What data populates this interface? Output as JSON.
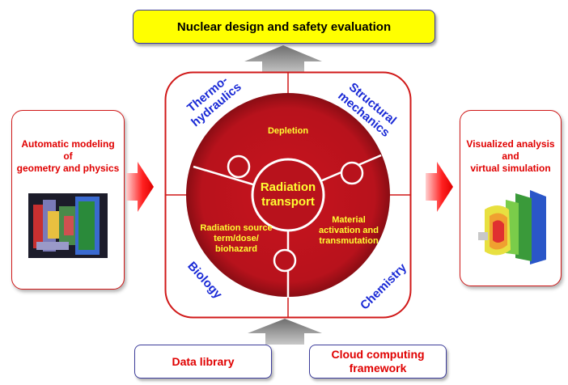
{
  "title": "Nuclear design and safety evaluation",
  "left": {
    "text": [
      "Automatic modeling",
      "of",
      "geometry and physics"
    ]
  },
  "right": {
    "text": [
      "Visualized analysis",
      "and",
      "virtual simulation"
    ]
  },
  "bottom": {
    "data_library": "Data library",
    "cloud": [
      "Cloud computing",
      "framework"
    ]
  },
  "corners": {
    "thermo": [
      "Thermo-",
      "hydraulics"
    ],
    "structural": [
      "Structural",
      "mechanics"
    ],
    "biology": "Biology",
    "chemistry": "Chemistry"
  },
  "center": {
    "title": [
      "Radiation",
      "transport"
    ]
  },
  "pieces": {
    "depletion": "Depletion",
    "material": [
      "Material",
      "activation and",
      "transmutation"
    ],
    "source": [
      "Radiation source",
      "term/dose/",
      "biohazard"
    ]
  },
  "colors": {
    "accent_red": "#e00000",
    "disk_red": "#b8121c",
    "yellow": "#ffff00",
    "label_blue": "#1a2ad6",
    "arrow_gray": "#8c8c8c"
  },
  "icons": [
    "gray-up-arrow-icon",
    "red-right-arrow-icon",
    "reactor-geometry-model-image",
    "reactor-simulation-result-image"
  ]
}
